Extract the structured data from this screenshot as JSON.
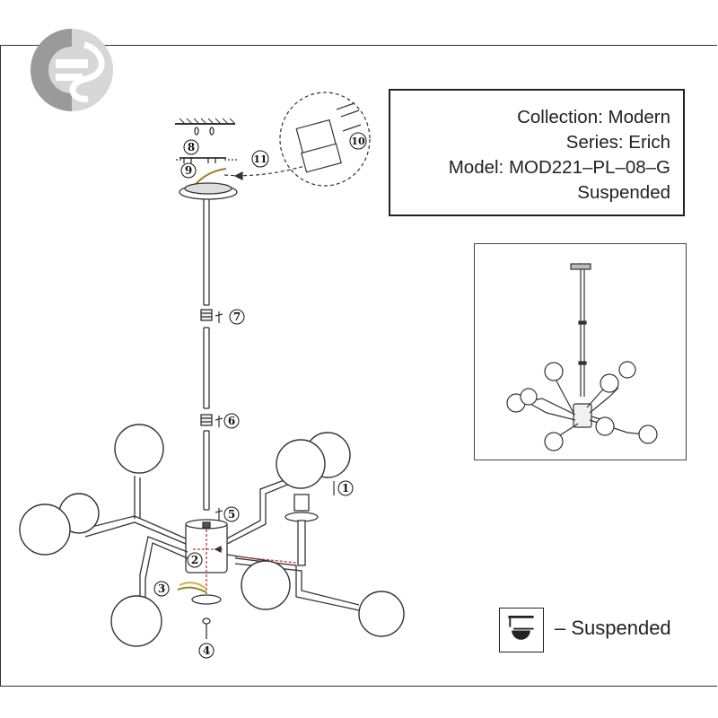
{
  "info": {
    "collection": "Collection: Modern",
    "series": "Series: Erich",
    "model": "Model: MOD221–PL–08–G",
    "type": "Suspended"
  },
  "legend": {
    "icon": "suspended-mount-icon",
    "label": "– Suspended"
  },
  "steps": [
    "1",
    "2",
    "3",
    "4",
    "5",
    "6",
    "7",
    "8",
    "9",
    "10",
    "11"
  ],
  "logo": {
    "icon": "es-logo"
  }
}
